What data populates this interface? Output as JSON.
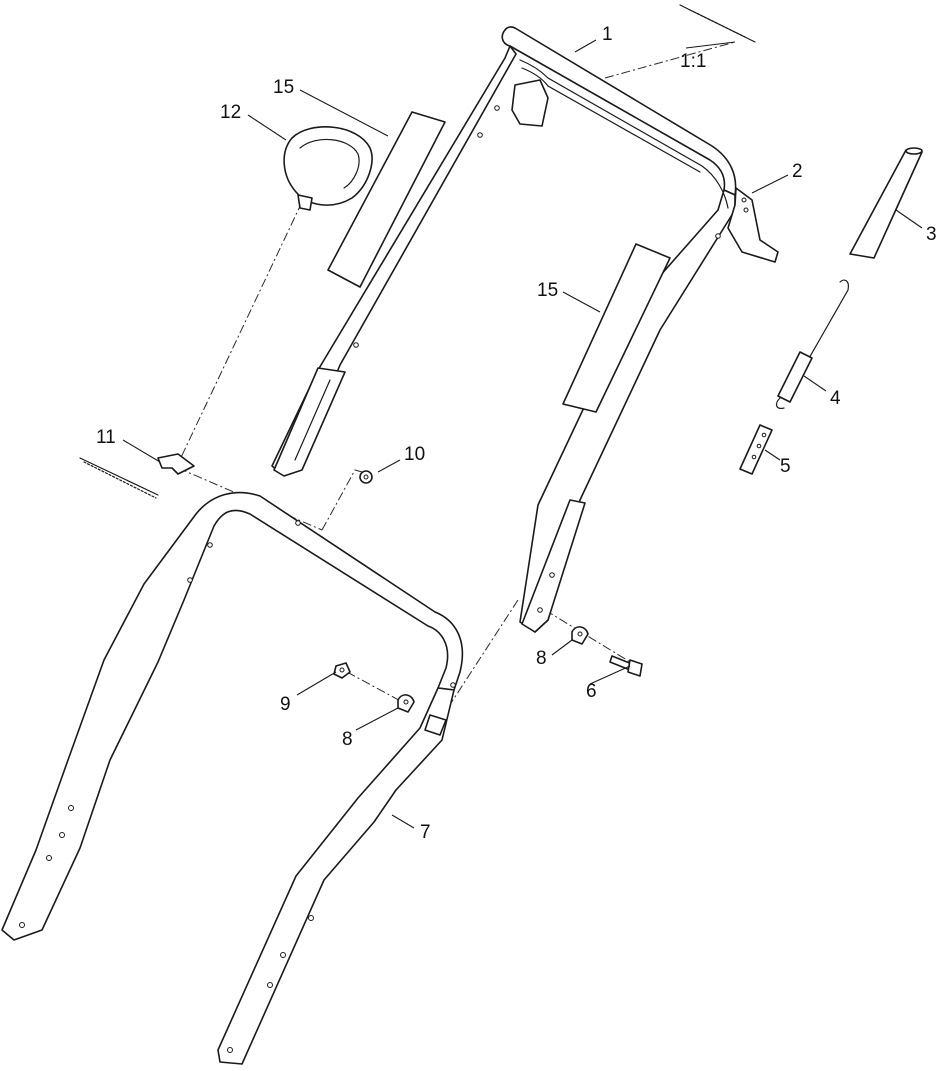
{
  "diagram": {
    "scale_label": "1:1",
    "callouts": [
      {
        "id": "c1",
        "text": "1"
      },
      {
        "id": "c2",
        "text": "2"
      },
      {
        "id": "c3",
        "text": "3"
      },
      {
        "id": "c4",
        "text": "4"
      },
      {
        "id": "c5",
        "text": "5"
      },
      {
        "id": "c6",
        "text": "6"
      },
      {
        "id": "c7",
        "text": "7"
      },
      {
        "id": "c8a",
        "text": "8"
      },
      {
        "id": "c8b",
        "text": "8"
      },
      {
        "id": "c9",
        "text": "9"
      },
      {
        "id": "c10",
        "text": "10"
      },
      {
        "id": "c11",
        "text": "11"
      },
      {
        "id": "c12",
        "text": "12"
      },
      {
        "id": "c15a",
        "text": "15"
      },
      {
        "id": "c15b",
        "text": "15"
      }
    ]
  }
}
